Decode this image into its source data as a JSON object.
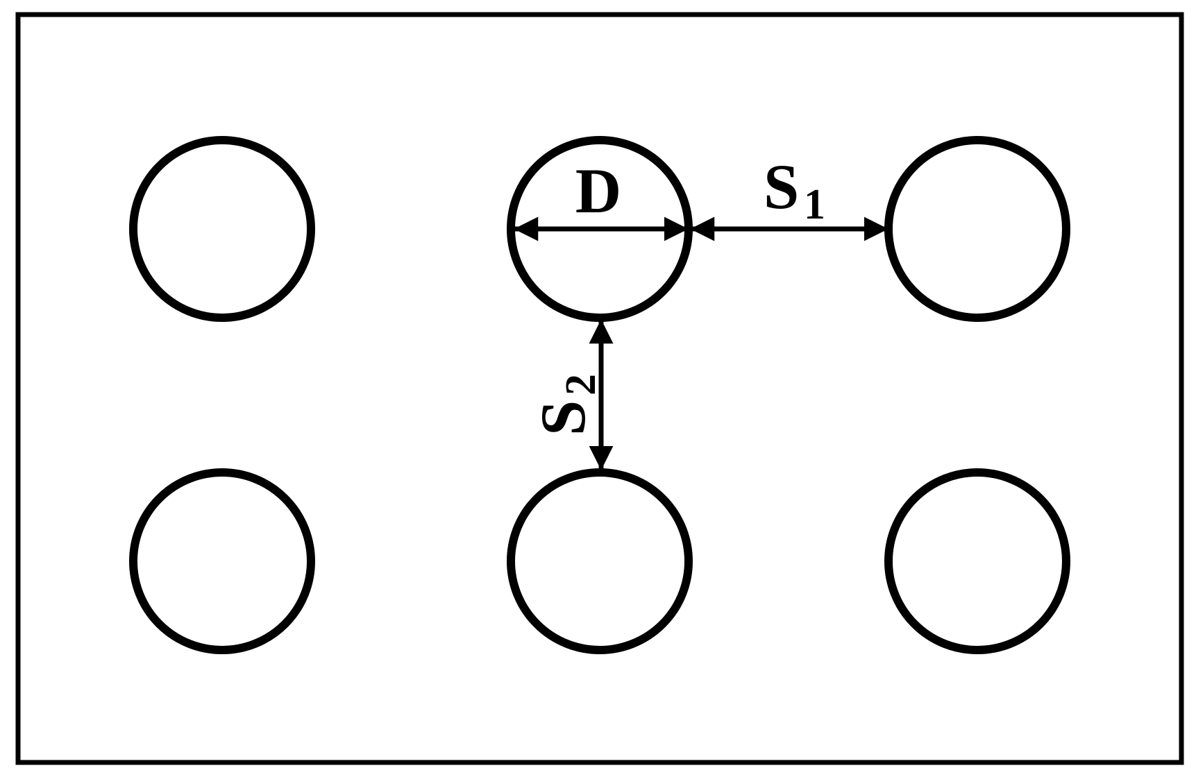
{
  "diagram": {
    "labels": {
      "diameter": "D",
      "spacing_1_main": "S",
      "spacing_1_sub": "1",
      "spacing_2_main": "S",
      "spacing_2_sub": "2"
    },
    "grid": {
      "rows": 2,
      "columns": 3
    },
    "colors": {
      "stroke": "#000000",
      "background": "#ffffff"
    }
  }
}
